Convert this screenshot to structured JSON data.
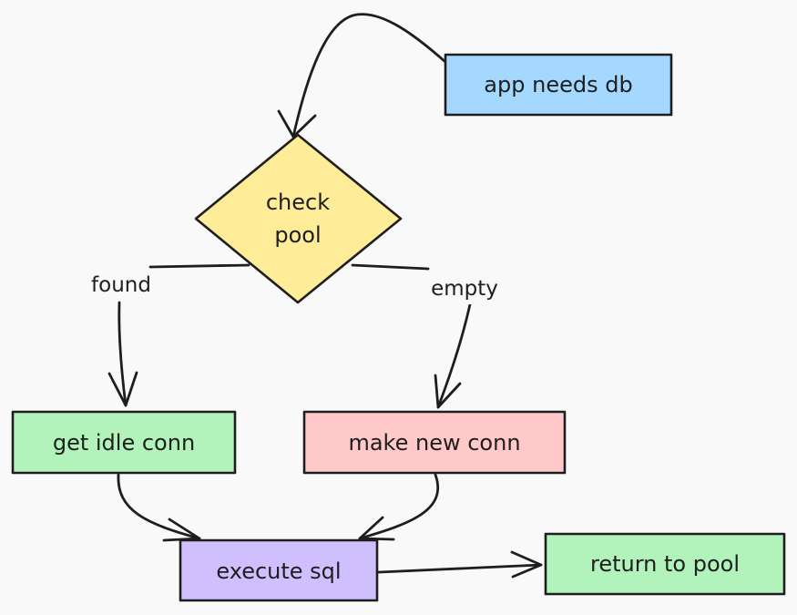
{
  "nodes": {
    "app_needs_db": {
      "label": "app needs db",
      "fill": "#a5d8ff"
    },
    "check_pool": {
      "line1": "check",
      "line2": "pool",
      "fill": "#ffec99"
    },
    "get_idle_conn": {
      "label": "get idle conn",
      "fill": "#b2f2bb"
    },
    "make_new_conn": {
      "label": "make new conn",
      "fill": "#ffc9c9"
    },
    "execute_sql": {
      "label": "execute sql",
      "fill": "#d0bfff"
    },
    "return_to_pool": {
      "label": "return to pool",
      "fill": "#b2f2bb"
    }
  },
  "edges": {
    "found": {
      "label": "found"
    },
    "empty": {
      "label": "empty"
    }
  },
  "colors": {
    "stroke": "#1e1e1e",
    "background": "#f9f9f9"
  }
}
